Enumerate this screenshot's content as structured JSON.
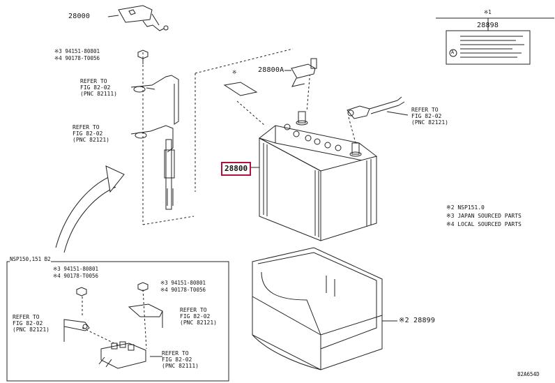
{
  "parts": {
    "p28800": "28800",
    "p28800A": "28800A",
    "p28000": "28000",
    "p28898": "28898",
    "p28898_mark": "※1",
    "p28899": "※2 28899",
    "bolt1": "※3 94151-80801",
    "bolt2": "※4 90178-T0056",
    "sub_bolt1": "※3 94151-80801",
    "sub_bolt2": "※4 90178-T0056",
    "sub_bolt3": "※3 94151-80801",
    "sub_bolt4": "※4 90178-T0056",
    "star_mark": "※"
  },
  "refs": {
    "left_upper": [
      "REFER TO",
      "FIG 82-02",
      "(PNC 82111)"
    ],
    "left_mid": [
      "REFER TO",
      "FIG 82-02",
      "(PNC 82121)"
    ],
    "right_cable": [
      "REFER TO",
      "FIG 82-02",
      "(PNC 82121)"
    ],
    "sub_left": [
      "REFER TO",
      "FIG 82-02",
      "(PNC 82121)"
    ],
    "sub_right_upper": [
      "REFER TO",
      "FIG 82-02",
      "(PNC 82121)"
    ],
    "sub_right_lower": [
      "REFER TO",
      "FIG 82-02",
      "(PNC 82111)"
    ]
  },
  "notes": [
    "※2 NSP151.0",
    "※3 JAPAN SOURCED PARTS",
    "※4 LOCAL SOURCED PARTS"
  ],
  "inset_title": "NSP150,151 B2",
  "figure_code": "82A654D",
  "label_plate_letter": "A",
  "highlight_color": "#b0103c"
}
